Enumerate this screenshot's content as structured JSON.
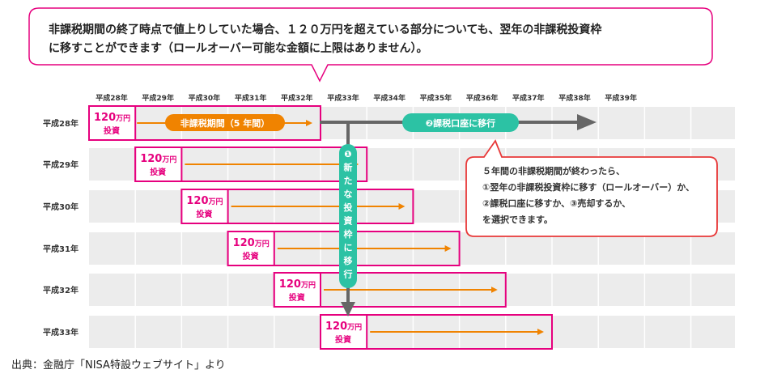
{
  "callout_top": {
    "line1": "非課税期間の終了時点で値上りしていた場合、１２０万円を超えている部分についても、翌年の非課税投資枠",
    "line2": "に移すことができます（ロールオーバー可能な金額に上限はありません）。"
  },
  "years_header": [
    "平成28年",
    "平成29年",
    "平成30年",
    "平成31年",
    "平成32年",
    "平成33年",
    "平成34年",
    "平成35年",
    "平成36年",
    "平成37年",
    "平成38年",
    "平成39年"
  ],
  "rows": [
    {
      "label": "平成28年",
      "amount": "120",
      "unit": "万円",
      "sub": "投資",
      "start": 0
    },
    {
      "label": "平成29年",
      "amount": "120",
      "unit": "万円",
      "sub": "投資",
      "start": 1
    },
    {
      "label": "平成30年",
      "amount": "120",
      "unit": "万円",
      "sub": "投資",
      "start": 2
    },
    {
      "label": "平成31年",
      "amount": "120",
      "unit": "万円",
      "sub": "投資",
      "start": 3
    },
    {
      "label": "平成32年",
      "amount": "120",
      "unit": "万円",
      "sub": "投資",
      "start": 4
    },
    {
      "label": "平成33年",
      "amount": "120",
      "unit": "万円",
      "sub": "投資",
      "start": 5
    }
  ],
  "nontax_period_pill": "非課税期間（5 年間）",
  "taxable_pill": "❷課税口座に移行",
  "vertical_pill": [
    "❶",
    "新",
    "た",
    "な",
    "投",
    "資",
    "枠",
    "に",
    "移",
    "行"
  ],
  "note_box": {
    "line1": "５年間の非課税期間が終わったら、",
    "line2": "①翌年の非課税投資枠に移す（ロールオーバー）か、",
    "line3": "②課税口座に移すか、③売却するか、",
    "line4": "を選択できます。"
  },
  "source": "出典：金融庁「NISA特設ウェブサイト」より",
  "colors": {
    "pink": "#e6007e",
    "orange": "#f08300",
    "teal": "#2cc2a4",
    "red": "#e83838",
    "grey": "#666666",
    "rowbg": "#ececec"
  }
}
